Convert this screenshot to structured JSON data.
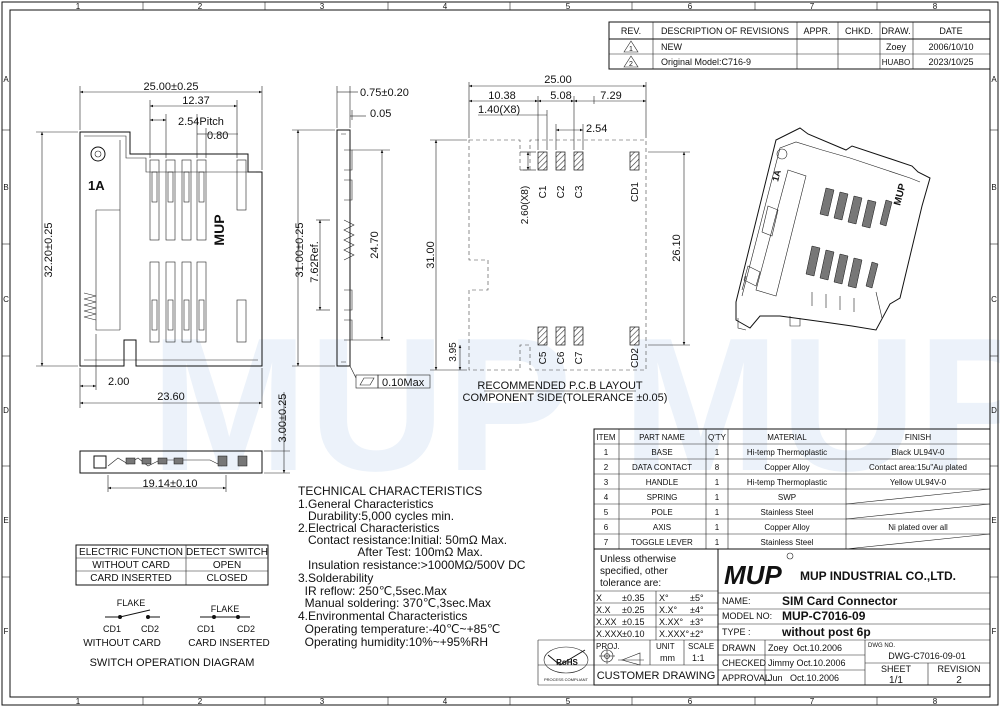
{
  "grid": {
    "cols": [
      "1",
      "2",
      "3",
      "4",
      "5",
      "6",
      "7",
      "8"
    ],
    "rows": [
      "A",
      "B",
      "C",
      "D",
      "E",
      "F"
    ]
  },
  "watermark": "MUP MUP",
  "revisions": {
    "headers": [
      "REV.",
      "DESCRIPTION OF REVISIONS",
      "APPR.",
      "CHKD.",
      "DRAW.",
      "DATE"
    ],
    "rows": [
      {
        "rev": "1",
        "desc": "NEW",
        "appr": "",
        "chkd": "",
        "draw": "Zoey",
        "date": "2006/10/10"
      },
      {
        "rev": "2",
        "desc": "Original Model:C716-9",
        "appr": "",
        "chkd": "",
        "draw": "HUABO",
        "date": "2023/10/25"
      }
    ]
  },
  "front_view": {
    "dims": {
      "width": "25.00±0.25",
      "span": "12.37",
      "pitch": "2.54Pitch",
      "pin": "0.80",
      "height": "32.20±0.25",
      "left_off": "2.00",
      "bottom_w": "23.60"
    },
    "marks": {
      "slot": "1A",
      "logo": "MUP"
    }
  },
  "side_view": {
    "dims": {
      "top": "0.75±0.20",
      "gap": "0.05",
      "total": "31.00±0.25",
      "ref": "7.62Ref.",
      "mid": "24.70",
      "thick": "3.00±0.25"
    },
    "flatness": "0.10Max"
  },
  "bottom_view": {
    "dim": "19.14±0.10"
  },
  "pcb_layout": {
    "dims": {
      "width": "25.00",
      "d1": "10.38",
      "d2": "5.08",
      "d3": "7.29",
      "pad_w": "1.40(X8)",
      "d4": "2.54",
      "pad_h": "2.60(X8)",
      "height": "31.00",
      "inner": "26.10",
      "bottom": "3.95"
    },
    "pads_top": [
      "C1",
      "C2",
      "C3",
      "CD1"
    ],
    "pads_bottom": [
      "C5",
      "C6",
      "C7",
      "CD2"
    ],
    "caption1": "RECOMMENDED P.C.B LAYOUT",
    "caption2": "COMPONENT SIDE(TOLERANCE ±0.05)"
  },
  "technical": {
    "title": "TECHNICAL CHARACTERISTICS",
    "lines": [
      "1.General Characteristics",
      "   Durability:5,000 cycles min.",
      "2.Electrical Characteristics",
      "   Contact resistance:Initial: 50mΩ Max.",
      "                  After Test: 100mΩ Max.",
      "   Insulation resistance:>1000MΩ/500V DC",
      "3.Solderability",
      "  IR reflow: 250℃,5sec.Max",
      "  Manual soldering: 370℃,3sec.Max",
      "4.Environmental Characteristics",
      "  Operating temperature:-40℃~+85℃",
      "  Operating humidity:10%~+95%RH"
    ]
  },
  "switch_table": {
    "headers": [
      "ELECTRIC FUNCTION",
      "DETECT SWITCH"
    ],
    "rows": [
      [
        "WITHOUT CARD",
        "OPEN"
      ],
      [
        "CARD INSERTED",
        "CLOSED"
      ]
    ]
  },
  "switch_diagram": {
    "left": {
      "flake": "FLAKE",
      "cd1": "CD1",
      "cd2": "CD2",
      "label": "WITHOUT CARD"
    },
    "right": {
      "flake": "FLAKE",
      "cd1": "CD1",
      "cd2": "CD2",
      "label": "CARD INSERTED"
    },
    "caption": "SWITCH OPERATION DIAGRAM"
  },
  "bom": {
    "headers": [
      "ITEM",
      "PART NAME",
      "Q'TY",
      "MATERIAL",
      "FINISH"
    ],
    "rows": [
      [
        "1",
        "BASE",
        "1",
        "Hi-temp Thermoplastic",
        "Black UL94V-0"
      ],
      [
        "2",
        "DATA CONTACT",
        "8",
        "Copper Alloy",
        "Contact area:15u\"Au plated"
      ],
      [
        "3",
        "HANDLE",
        "1",
        "Hi-temp Thermoplastic",
        "Yellow UL94V-0"
      ],
      [
        "4",
        "SPRING",
        "1",
        "SWP",
        ""
      ],
      [
        "5",
        "POLE",
        "1",
        "Stainless Steel",
        ""
      ],
      [
        "6",
        "AXIS",
        "1",
        "Copper Alloy",
        "Ni plated over all"
      ],
      [
        "7",
        "TOGGLE LEVER",
        "1",
        "Stainless Steel",
        ""
      ]
    ]
  },
  "title_block": {
    "tol_note": [
      "Unless otherwise",
      "specified, other",
      "tolerance are:"
    ],
    "tol": [
      [
        "X",
        "±0.35",
        "X°",
        "±5°"
      ],
      [
        "X.X",
        "±0.25",
        "X.X°",
        "±4°"
      ],
      [
        "X.XX",
        "±0.15",
        "X.XX°",
        "±3°"
      ],
      [
        "X.XXX",
        "±0.10",
        "X.XXX°",
        "±2°"
      ]
    ],
    "proj": "PROJ.",
    "unit_label": "UNIT",
    "unit": "mm",
    "scale_label": "SCALE",
    "scale": "1:1",
    "logo": "MUP",
    "company": "MUP INDUSTRIAL CO.,LTD.",
    "name_label": "NAME:",
    "name": "SIM Card Connector",
    "model_label": "MODEL NO:",
    "model": "MUP-C7016-09",
    "type_label": "TYPE :",
    "type": "without post 6p",
    "rohs": "RoHS",
    "rohs_sub": "PROCESS COMPLIANT",
    "customer": "CUSTOMER DRAWING",
    "drawn_label": "DRAWN",
    "drawn": "Zoey  Oct.10.2006",
    "checked_label": "CHECKED",
    "checked": "Jimmy Oct.10.2006",
    "approval_label": "APPROVAL",
    "approval": "Jun   Oct.10.2006",
    "dwg_label": "DWG NO.",
    "dwg": "DWG-C7016-09-01",
    "sheet_label": "SHEET",
    "sheet": "1/1",
    "revision_label": "REVISION",
    "revision": "2"
  }
}
